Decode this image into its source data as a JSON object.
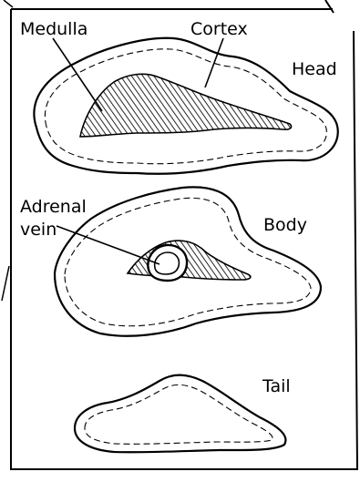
{
  "labels": {
    "medulla": "Medulla",
    "cortex": "Cortex",
    "head": "Head",
    "adrenal_vein_line1": "Adrenal",
    "adrenal_vein_line2": "vein",
    "body": "Body",
    "tail": "Tail"
  },
  "colors": {
    "ink": "#000000",
    "paper": "#ffffff"
  }
}
